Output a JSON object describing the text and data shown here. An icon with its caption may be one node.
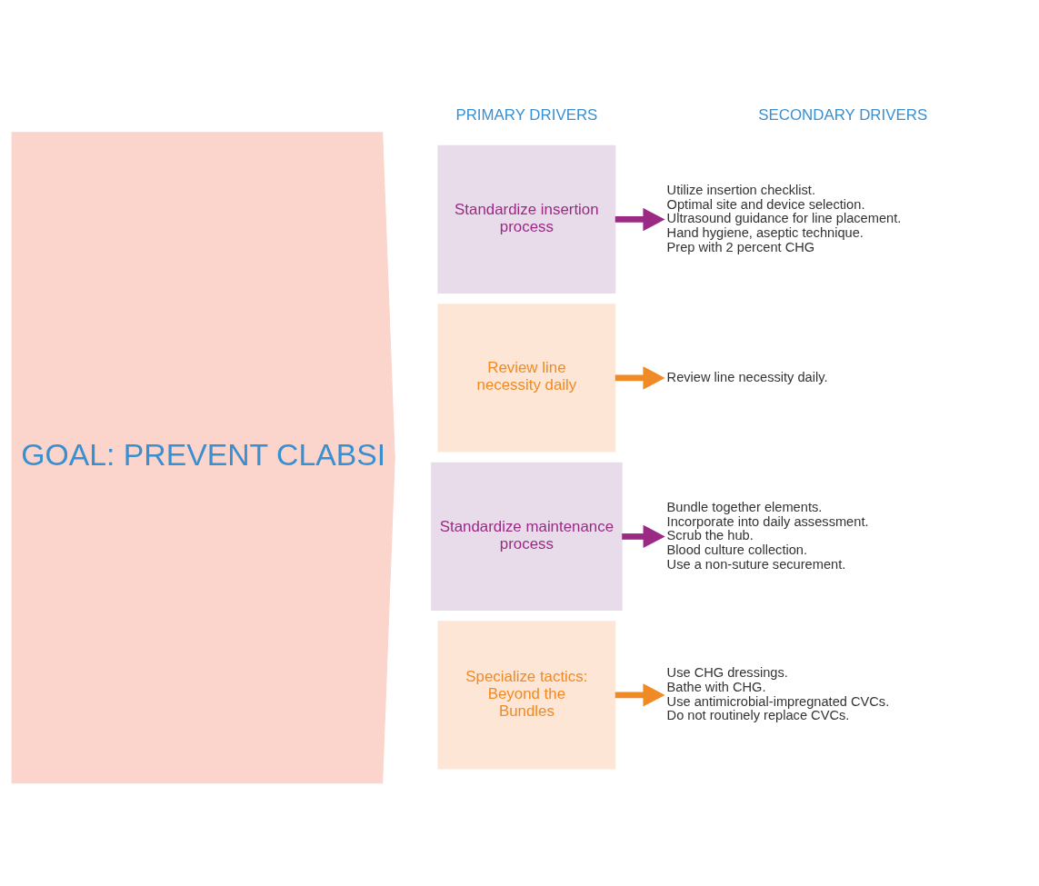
{
  "diagram": {
    "nodes": [
      {
        "text": [
          "GOAL: PREVENT CLABSI"
        ]
      },
      {
        "text": [
          "Standardize insertion process"
        ]
      },
      {
        "text": [
          "Review line necessity daily"
        ]
      },
      {
        "text": [
          "Standardize maintenance process"
        ]
      },
      {
        "text": [
          "Specialize tactics: Beyond the Bundles"
        ]
      },
      {
        "text": [
          "Utilize insertion checklist.",
          "Optimal site and device selection.",
          "Ultrasound guidance for line placement.",
          "Hand hygiene, aseptic technique.",
          "Prep with 2 percent CHG"
        ]
      },
      {
        "text": [
          "Review line necessity daily."
        ]
      },
      {
        "text": [
          "Bundle together elements.",
          "Incorporate into daily assessment.",
          "Scrub the hub.",
          "Blood culture collection.",
          "Use a non-suture securement."
        ]
      },
      {
        "text": [
          "Use CHG dressings.",
          "Bathe with CHG.",
          "Use antimicrobial-impregnated CVCs.",
          "Do not routinely replace CVCs."
        ]
      }
    ],
    "edges": [
      {
        "from": 1,
        "to": 5,
        "arrow": "to",
        "color": "#9b2a84"
      },
      {
        "from": 2,
        "to": 6,
        "arrow": "to",
        "color": "#f08a24"
      },
      {
        "from": 3,
        "to": 7,
        "arrow": "to",
        "color": "#9b2a84"
      },
      {
        "from": 4,
        "to": 8,
        "arrow": "to",
        "color": "#f08a24"
      }
    ],
    "labels": [
      "PRIMARY DRIVERS",
      "SECONDARY DRIVERS"
    ]
  }
}
